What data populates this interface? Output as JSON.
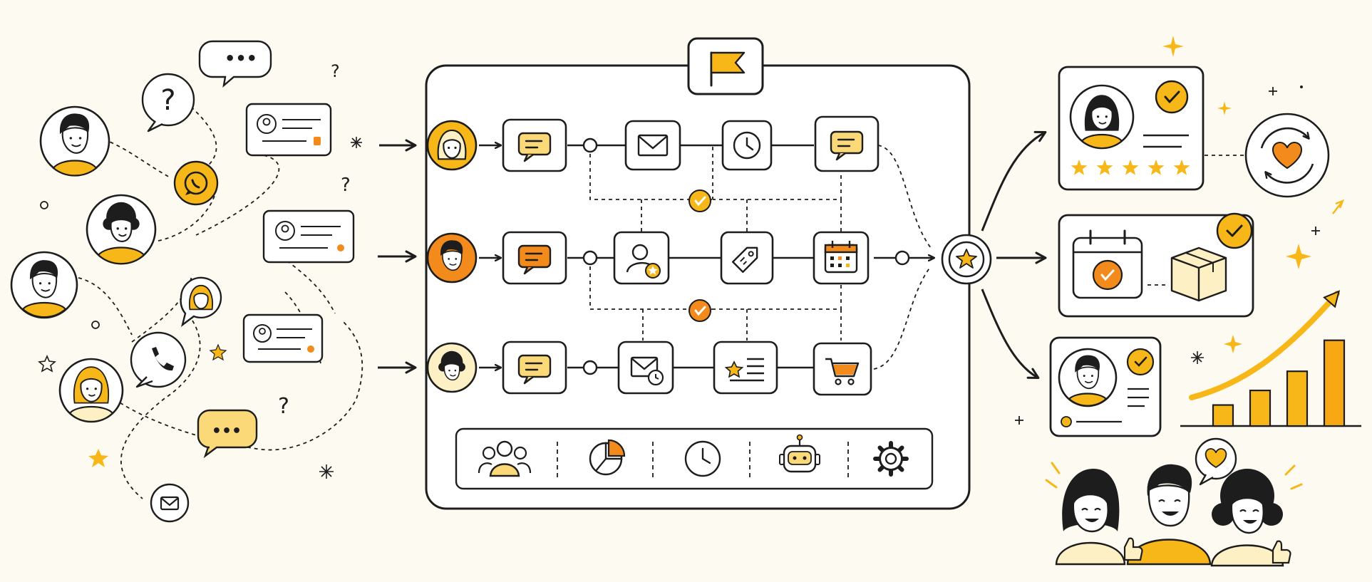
{
  "colors": {
    "background": "#fdfbf1",
    "ink": "#1d1d1d",
    "yellow": "#f7b718",
    "yellow_light": "#fbd878",
    "pale": "#fdf0c4",
    "orange": "#f28a1c",
    "card": "#ffffff"
  },
  "left_scatter": {
    "bubbles": [
      {
        "name": "ellipsis-bubble-top",
        "glyph": "•••"
      },
      {
        "name": "question-bubble",
        "glyph": "?"
      },
      {
        "name": "ellipsis-bubble-bottom",
        "glyph": "•••"
      }
    ],
    "floating_marks": [
      {
        "name": "question-mark-1",
        "glyph": "?"
      },
      {
        "name": "question-mark-2",
        "glyph": "?"
      },
      {
        "name": "question-mark-3",
        "glyph": "?"
      }
    ]
  },
  "flow_panel": {
    "top_badge_icon": "flag-icon",
    "rows": [
      {
        "avatar": "woman-avatar",
        "steps": [
          "chat-icon",
          "mail-icon",
          "clock-icon",
          "chat-icon"
        ]
      },
      {
        "avatar": "man-avatar",
        "steps": [
          "chat-icon",
          "user-star-icon",
          "tag-icon",
          "calendar-icon"
        ]
      },
      {
        "avatar": "curly-avatar",
        "steps": [
          "chat-icon",
          "mail-clock-icon",
          "star-list-icon",
          "cart-icon"
        ]
      }
    ],
    "hub_icon": "star-icon",
    "toolbar_icons": [
      "users-icon",
      "pie-chart-icon",
      "clock-icon",
      "robot-icon",
      "gear-icon"
    ]
  },
  "outcomes": [
    {
      "name": "review-card",
      "icons": [
        "woman-avatar",
        "check-icon",
        "star-rating"
      ],
      "stars": 5
    },
    {
      "name": "delivery-card",
      "icons": [
        "calendar-check-icon",
        "package-icon",
        "check-icon"
      ]
    },
    {
      "name": "profile-card",
      "icons": [
        "man-avatar",
        "check-icon"
      ]
    }
  ],
  "loyalty_icon": "heart-cycle-icon",
  "growth_chart": {
    "bars": [
      0.23,
      0.39,
      0.6,
      0.94
    ]
  }
}
